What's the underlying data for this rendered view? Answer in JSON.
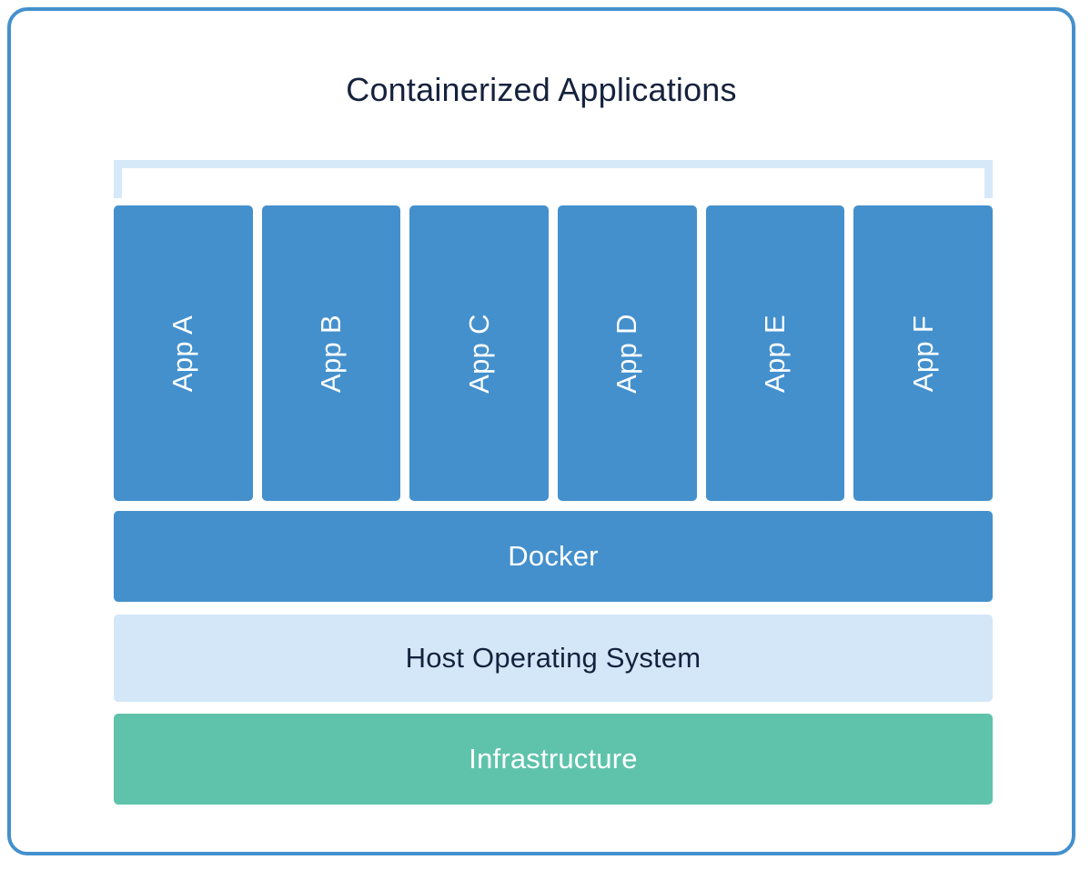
{
  "diagram": {
    "title": "Containerized Applications",
    "type": "layered-stack-diagram",
    "colors": {
      "card_border": "#4490cd",
      "app_box": "#4490cd",
      "bracket": "#d6e9f9",
      "docker": "#4490cd",
      "host_os": "#d3e7f8",
      "infrastructure": "#5fc3ab",
      "dark_text": "#15223d",
      "light_text": "#ffffff"
    },
    "apps": [
      {
        "label": "App A"
      },
      {
        "label": "App B"
      },
      {
        "label": "App C"
      },
      {
        "label": "App D"
      },
      {
        "label": "App E"
      },
      {
        "label": "App F"
      }
    ],
    "layers": [
      {
        "label": "Docker"
      },
      {
        "label": "Host Operating System"
      },
      {
        "label": "Infrastructure"
      }
    ]
  }
}
